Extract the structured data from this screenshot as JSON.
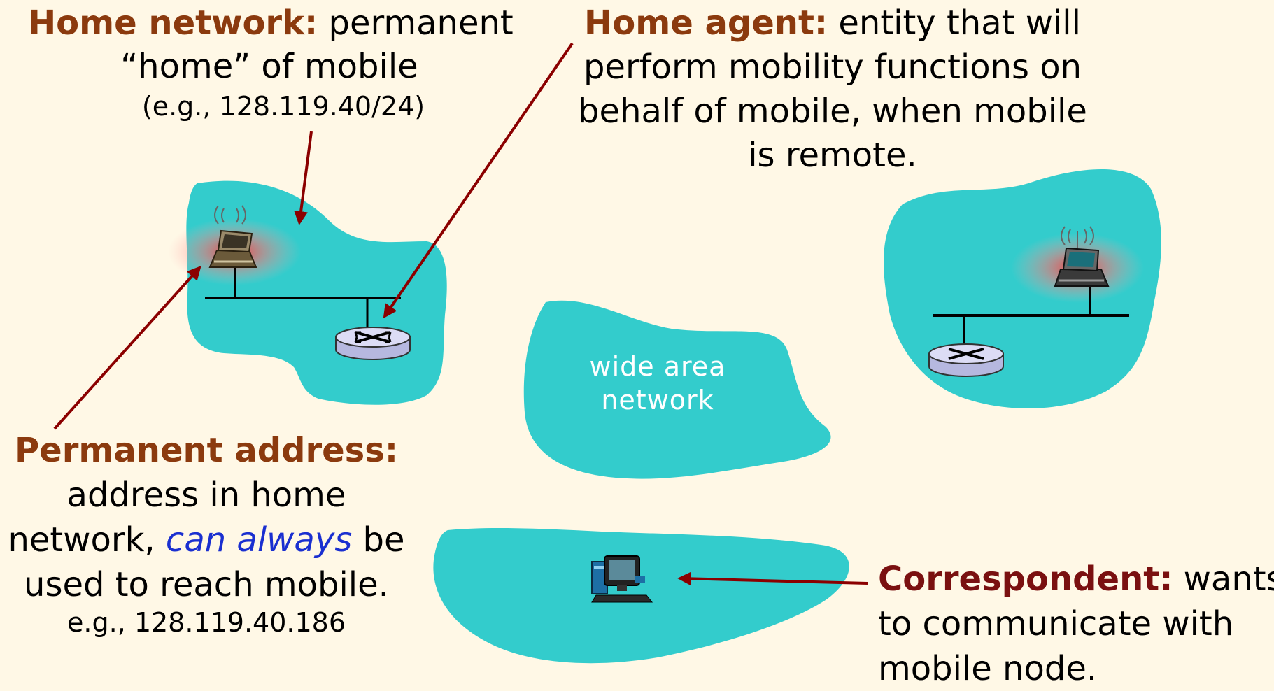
{
  "home_network": {
    "term": "Home network:",
    "line1_rest": "permanent",
    "line2": "“home” of mobile",
    "example": "(e.g., 128.119.40/24)"
  },
  "home_agent": {
    "term": "Home agent:",
    "line1_rest": "entity that will",
    "line2": "perform mobility functions on",
    "line3": "behalf of mobile, when mobile",
    "line4": "is remote."
  },
  "permanent_address": {
    "term": "Permanent address:",
    "line1": "address in home",
    "line2_pre": "network,",
    "line2_emph": "can always",
    "line2_post": "be",
    "line3": "used to reach mobile.",
    "example": "e.g., 128.119.40.186"
  },
  "correspondent": {
    "term": "Correspondent:",
    "line1_rest": "wants",
    "line2": "to communicate with",
    "line3": "mobile node."
  },
  "wan": {
    "line1": "wide area",
    "line2": "network"
  },
  "colors": {
    "cloud": "#33cccc",
    "arrow": "#8b0000",
    "term": "#8b3a0e",
    "emphasis": "#1a2fd0",
    "background": "#fff8e6"
  },
  "icons": [
    "laptop-icon",
    "router-icon",
    "desktop-computer-icon",
    "wireless-signal-icon"
  ]
}
